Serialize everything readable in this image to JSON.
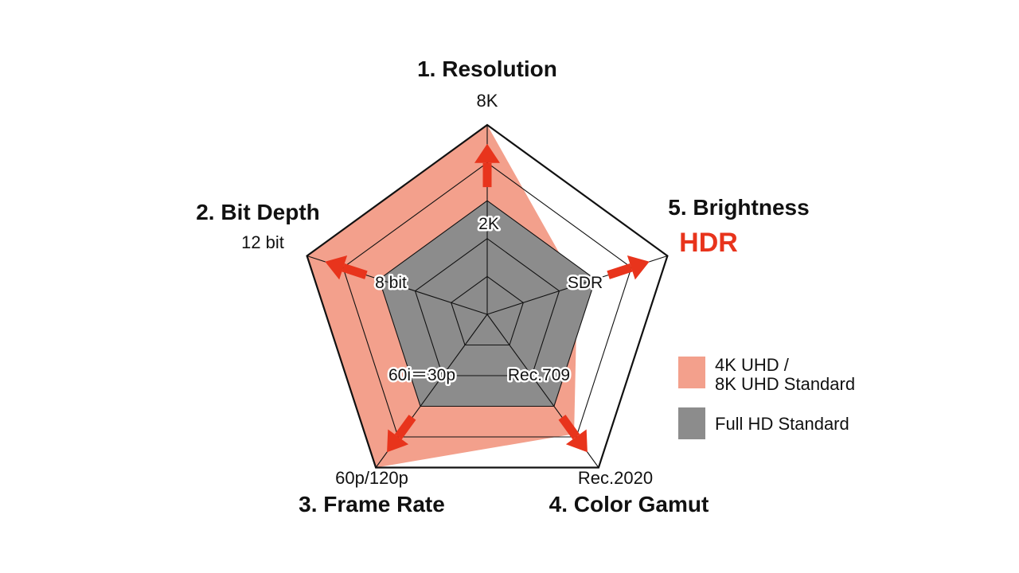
{
  "chart_data": {
    "type": "radar",
    "axes": [
      {
        "title": "1. Resolution",
        "outer_label": "8K",
        "inner_label": "2K"
      },
      {
        "title": "5. Brightness",
        "outer_label": "HDR",
        "inner_label": "SDR"
      },
      {
        "title": "4. Color Gamut",
        "outer_label": "Rec.2020",
        "inner_label": "Rec.709"
      },
      {
        "title": "3. Frame Rate",
        "outer_label": "60p/120p",
        "inner_label": "60i＝30p"
      },
      {
        "title": "2. Bit Depth",
        "outer_label": "12 bit",
        "inner_label": "8 bit"
      }
    ],
    "rings": 5,
    "series": [
      {
        "name": "4K UHD / 8K UHD Standard",
        "legend_lines": [
          "4K UHD /",
          "8K UHD Standard"
        ],
        "color": "#f3a08c",
        "values": [
          1.0,
          0.5,
          0.78,
          1.0,
          1.0
        ]
      },
      {
        "name": "Full HD Standard",
        "legend_lines": [
          "Full HD Standard"
        ],
        "color": "#8c8c8c",
        "values": [
          0.6,
          0.6,
          0.6,
          0.6,
          0.6
        ]
      }
    ],
    "arrow_color": "#e8341c",
    "highlight_color": "#e8341c",
    "legend_position": "right"
  }
}
